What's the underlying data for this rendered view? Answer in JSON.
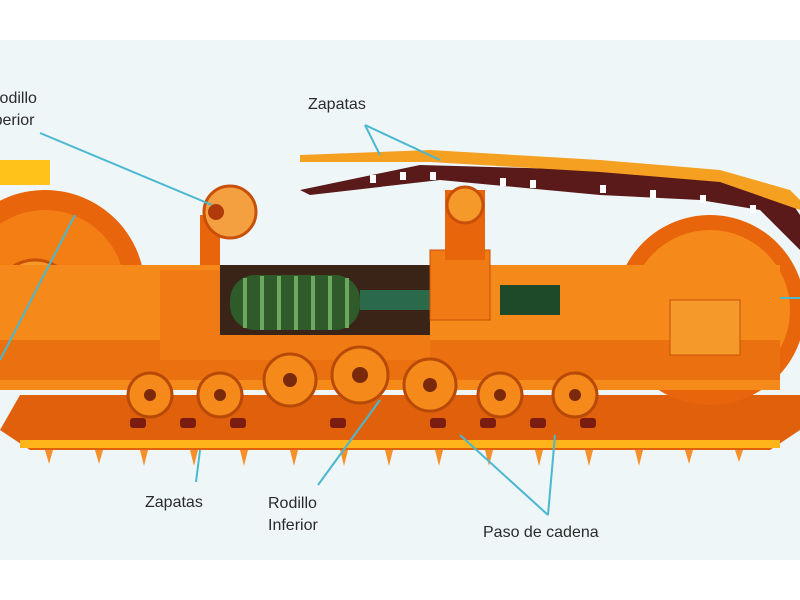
{
  "labels": {
    "upper_roller": {
      "line1": "Rodillo",
      "line2": "Superior"
    },
    "shoes_top": "Zapatas",
    "shoes_bottom": "Zapatas",
    "lower_roller": {
      "line1": "Rodillo",
      "line2": "Inferior"
    },
    "chain_pitch": "Paso de cadena"
  },
  "colors": {
    "track_orange": "#f07a10",
    "frame_orange": "#f58a1a",
    "highlight_yellow": "#ffc21a",
    "spring_green": "#2f5a2a",
    "leader_line": "#49b8d0",
    "background": "#eef6f8"
  }
}
